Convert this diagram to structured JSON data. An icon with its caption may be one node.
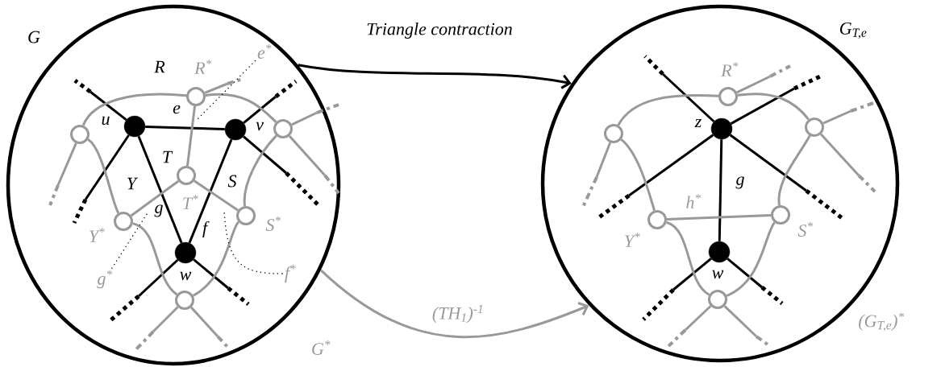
{
  "diagram": {
    "nodes": [
      {
        "text": [
          "G"
        ],
        "beside": [
          "G$^{*}$"
        ]
      },
      {
        "text": [
          "G$_{T,e}$"
        ],
        "beside": [
          "(G$_{T,e}$)$^{*}$"
        ]
      },
      {
        "text": [],
        "shape": "circle",
        "in": 0,
        "beside": [
          "u"
        ]
      },
      {
        "text": [],
        "shape": "circle",
        "in": 0,
        "beside": [
          "v"
        ]
      },
      {
        "text": [],
        "shape": "circle",
        "in": 0,
        "beside": [
          "w"
        ]
      },
      {
        "text": [],
        "shape": "circle",
        "in": 0,
        "beside": [
          "R$^{*}$"
        ]
      },
      {
        "text": [],
        "shape": "circle",
        "in": 0
      },
      {
        "text": [],
        "shape": "circle",
        "in": 0
      },
      {
        "text": [],
        "shape": "circle",
        "in": 0,
        "beside": [
          "T$^{*}$"
        ]
      },
      {
        "text": [],
        "shape": "circle",
        "in": 0,
        "beside": [
          "Y$^{*}$"
        ]
      },
      {
        "text": [],
        "shape": "circle",
        "in": 0,
        "beside": [
          "S$^{*}$"
        ]
      },
      {
        "text": [],
        "shape": "circle",
        "in": 0
      },
      {
        "text": [
          "e$^{*}$"
        ],
        "in": 0
      },
      {
        "text": [
          "g$^{*}$"
        ],
        "in": 0
      },
      {
        "text": [
          "f$^{*}$"
        ],
        "in": 0
      },
      {
        "text": [],
        "shape": "circle",
        "in": 1,
        "beside": [
          "z"
        ]
      },
      {
        "text": [],
        "shape": "circle",
        "in": 1,
        "beside": [
          "w"
        ]
      },
      {
        "text": [],
        "shape": "circle",
        "in": 1,
        "beside": [
          "R$^{*}$"
        ]
      },
      {
        "text": [],
        "shape": "circle",
        "in": 1
      },
      {
        "text": [],
        "shape": "circle",
        "in": 1
      },
      {
        "text": [],
        "shape": "circle",
        "in": 1,
        "beside": [
          "Y$^{*}$"
        ]
      },
      {
        "text": [],
        "shape": "circle",
        "in": 1,
        "beside": [
          "S$^{*}$"
        ]
      },
      {
        "text": [],
        "shape": "circle",
        "in": 1
      }
    ],
    "edges": [
      {
        "from": 0,
        "to": 1,
        "arrow": "to",
        "label": "Triangle contraction",
        "color": "#000000"
      },
      {
        "from": 0,
        "to": 1,
        "arrow": "to",
        "label": "(TH$_{1}$)$^{-1}$"
      },
      {
        "from": 2,
        "to": 3,
        "arrow": "none",
        "label": "e",
        "color": "#000000"
      },
      {
        "from": 2,
        "to": 4,
        "arrow": "none",
        "label": "g",
        "color": "#000000"
      },
      {
        "from": 3,
        "to": 4,
        "arrow": "none",
        "label": "f",
        "color": "#000000"
      },
      {
        "from": 2,
        "to": null,
        "arrow": "none",
        "color": "#000000"
      },
      {
        "from": 2,
        "to": null,
        "arrow": "none",
        "color": "#000000"
      },
      {
        "from": 3,
        "to": null,
        "arrow": "none",
        "color": "#000000"
      },
      {
        "from": 3,
        "to": null,
        "arrow": "none",
        "color": "#000000"
      },
      {
        "from": 4,
        "to": null,
        "arrow": "none",
        "color": "#000000"
      },
      {
        "from": 4,
        "to": null,
        "arrow": "none",
        "color": "#000000"
      },
      {
        "from": 5,
        "to": 6,
        "arrow": "none"
      },
      {
        "from": 5,
        "to": 7,
        "arrow": "none"
      },
      {
        "from": 5,
        "to": 8,
        "arrow": "none"
      },
      {
        "from": 5,
        "to": null,
        "arrow": "none"
      },
      {
        "from": 6,
        "to": null,
        "arrow": "none"
      },
      {
        "from": 6,
        "to": 9,
        "arrow": "none"
      },
      {
        "from": 7,
        "to": null,
        "arrow": "none"
      },
      {
        "from": 7,
        "to": null,
        "arrow": "none"
      },
      {
        "from": 7,
        "to": 10,
        "arrow": "none"
      },
      {
        "from": 8,
        "to": 9,
        "arrow": "none"
      },
      {
        "from": 8,
        "to": 10,
        "arrow": "none"
      },
      {
        "from": 9,
        "to": 11,
        "arrow": "none"
      },
      {
        "from": 10,
        "to": 11,
        "arrow": "none"
      },
      {
        "from": 11,
        "to": null,
        "arrow": "none"
      },
      {
        "from": 11,
        "to": null,
        "arrow": "none"
      },
      {
        "from": 12,
        "to": null,
        "arrow": "none",
        "style": "dashed",
        "color": "#000000"
      },
      {
        "from": 13,
        "to": null,
        "arrow": "none",
        "style": "dashed",
        "color": "#000000"
      },
      {
        "from": 14,
        "to": null,
        "arrow": "none",
        "style": "dashed",
        "color": "#000000"
      },
      {
        "from": 15,
        "to": 16,
        "arrow": "none",
        "label": "g",
        "color": "#000000"
      },
      {
        "from": 15,
        "to": null,
        "arrow": "none",
        "color": "#000000"
      },
      {
        "from": 15,
        "to": null,
        "arrow": "none",
        "color": "#000000"
      },
      {
        "from": 15,
        "to": null,
        "arrow": "none",
        "color": "#000000"
      },
      {
        "from": 15,
        "to": null,
        "arrow": "none",
        "color": "#000000"
      },
      {
        "from": 16,
        "to": null,
        "arrow": "none",
        "color": "#000000"
      },
      {
        "from": 16,
        "to": null,
        "arrow": "none",
        "color": "#000000"
      },
      {
        "from": 17,
        "to": 18,
        "arrow": "none"
      },
      {
        "from": 17,
        "to": 19,
        "arrow": "none"
      },
      {
        "from": 17,
        "to": null,
        "arrow": "none"
      },
      {
        "from": 18,
        "to": null,
        "arrow": "none"
      },
      {
        "from": 18,
        "to": 20,
        "arrow": "none"
      },
      {
        "from": 19,
        "to": null,
        "arrow": "none"
      },
      {
        "from": 19,
        "to": null,
        "arrow": "none"
      },
      {
        "from": 19,
        "to": 21,
        "arrow": "none"
      },
      {
        "from": 20,
        "to": 21,
        "arrow": "none",
        "label": "h$^{*}$"
      },
      {
        "from": 20,
        "to": 22,
        "arrow": "none"
      },
      {
        "from": 21,
        "to": 22,
        "arrow": "none"
      },
      {
        "from": 22,
        "to": null,
        "arrow": "none"
      },
      {
        "from": 22,
        "to": null,
        "arrow": "none"
      }
    ],
    "labels": [
      "R",
      "T",
      "Y",
      "S"
    ]
  }
}
